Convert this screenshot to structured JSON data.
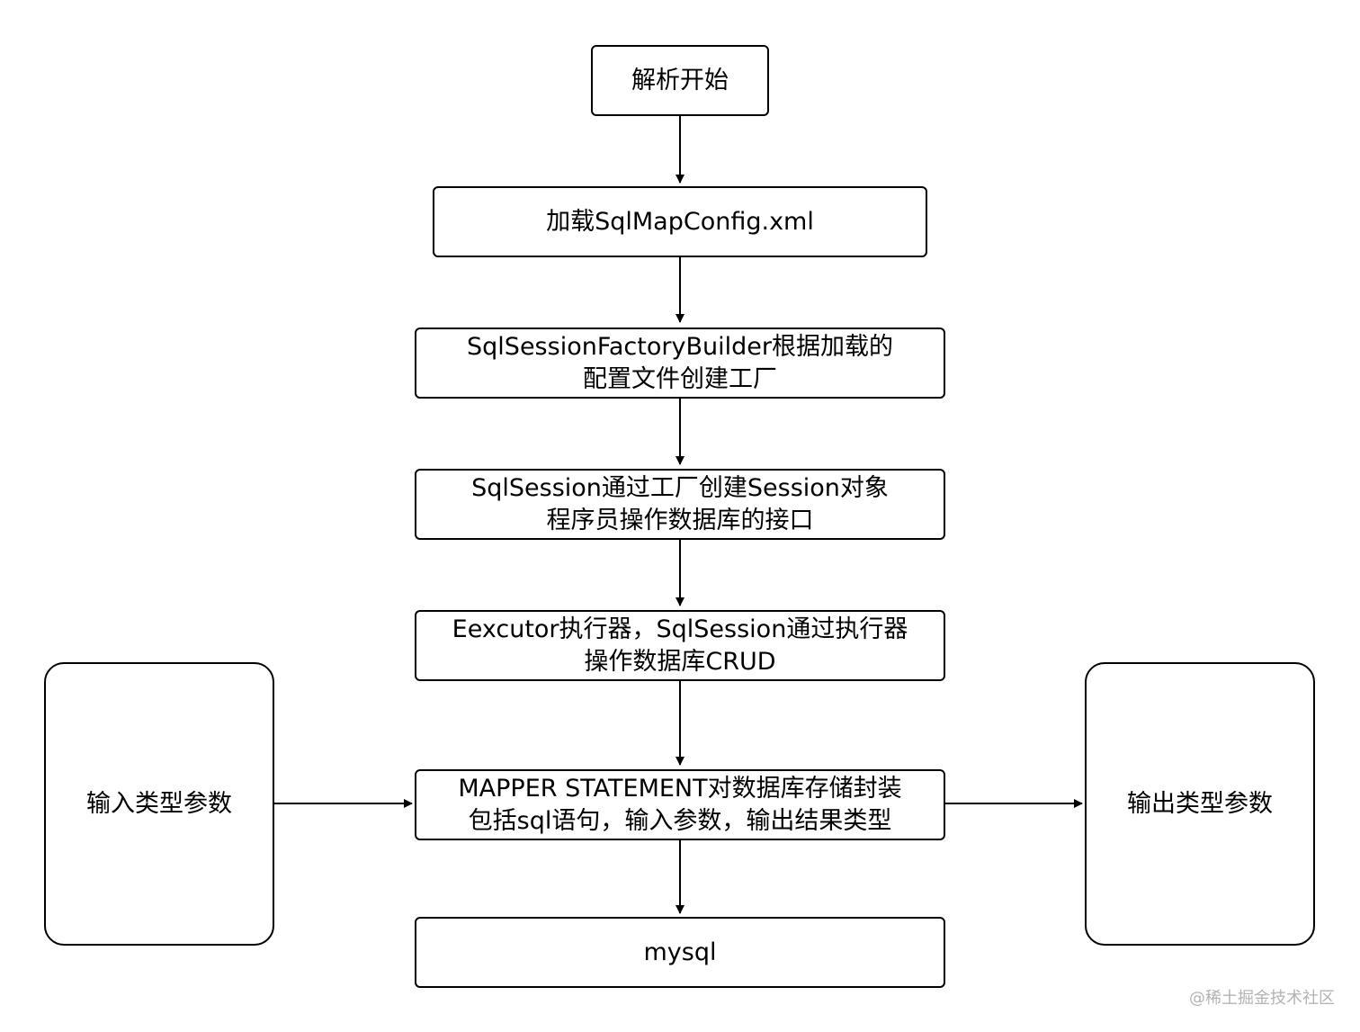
{
  "diagram": {
    "nodes": [
      {
        "id": "start",
        "lines": [
          "解析开始"
        ]
      },
      {
        "id": "load-config",
        "lines": [
          "加载SqlMapConfig.xml"
        ]
      },
      {
        "id": "factory-builder",
        "lines": [
          "SqlSessionFactoryBuilder根据加载的",
          "配置文件创建工厂"
        ]
      },
      {
        "id": "sqlsession",
        "lines": [
          "SqlSession通过工厂创建Session对象",
          "程序员操作数据库的接口"
        ]
      },
      {
        "id": "executor",
        "lines": [
          "Eexcutor执行器，SqlSession通过执行器",
          "操作数据库CRUD"
        ]
      },
      {
        "id": "mapper-statement",
        "lines": [
          "MAPPER STATEMENT对数据库存储封装",
          "包括sql语句，输入参数，输出结果类型"
        ]
      },
      {
        "id": "mysql",
        "lines": [
          "mysql"
        ]
      },
      {
        "id": "input-params",
        "lines": [
          "输入类型参数"
        ]
      },
      {
        "id": "output-params",
        "lines": [
          "输出类型参数"
        ]
      }
    ],
    "edges": [
      {
        "from": "start",
        "to": "load-config"
      },
      {
        "from": "load-config",
        "to": "factory-builder"
      },
      {
        "from": "factory-builder",
        "to": "sqlsession"
      },
      {
        "from": "sqlsession",
        "to": "executor"
      },
      {
        "from": "executor",
        "to": "mapper-statement"
      },
      {
        "from": "mapper-statement",
        "to": "mysql"
      },
      {
        "from": "input-params",
        "to": "mapper-statement"
      },
      {
        "from": "mapper-statement",
        "to": "output-params"
      }
    ],
    "stroke_color": "#000000"
  },
  "watermark": "@稀土掘金技术社区"
}
